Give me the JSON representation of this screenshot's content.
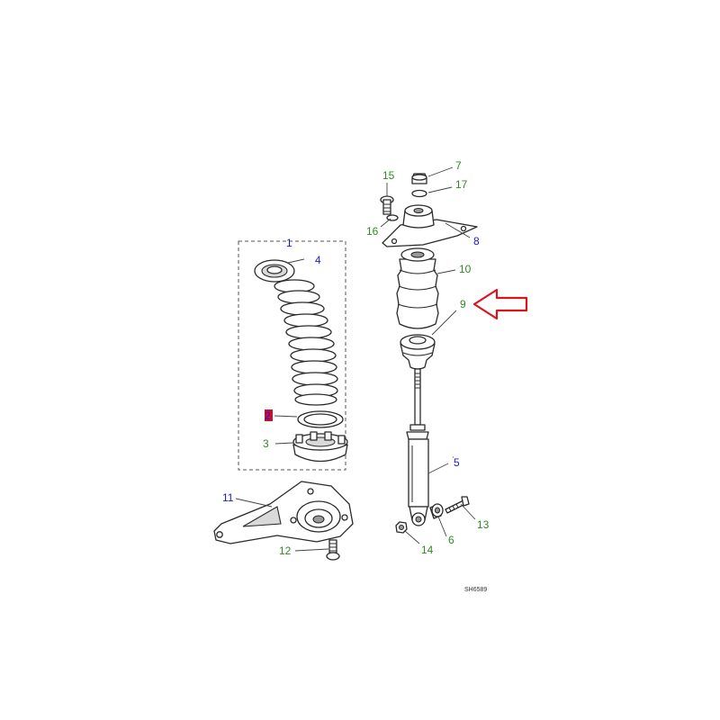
{
  "diagram": {
    "reference_code": "SH6589",
    "colors": {
      "callout_blue": "#1a1ad6",
      "callout_green": "#2e8b22",
      "arrow_red": "#d8141c",
      "highlight_red": "#c8102e"
    },
    "callouts": {
      "c1": "1",
      "c2": "2",
      "c3": "3",
      "c4": "4",
      "c5": "5",
      "c6": "6",
      "c7": "7",
      "c8": "8",
      "c9": "9",
      "c10": "10",
      "c11": "11",
      "c12": "12",
      "c13": "13",
      "c14": "14",
      "c15": "15",
      "c16": "16",
      "c17": "17"
    },
    "highlighted_callout": "2",
    "pointer_arrow_target": "9"
  }
}
